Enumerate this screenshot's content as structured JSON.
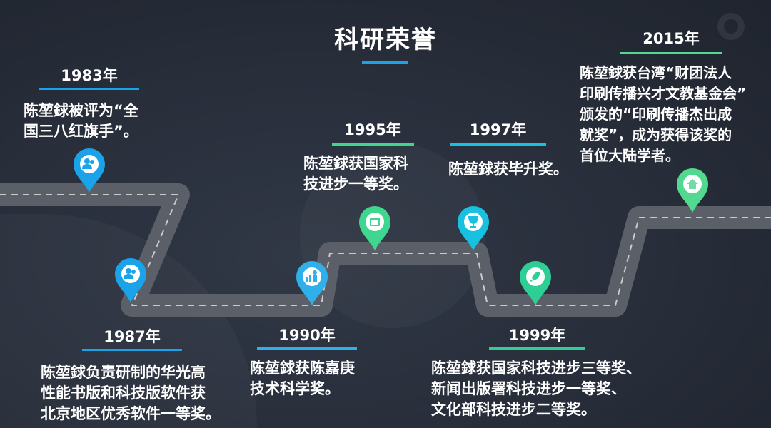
{
  "title": "科研荣誉",
  "colors": {
    "blue": "#1aa3e8",
    "cyan": "#19c1e0",
    "green": "#3fd68f",
    "road": "#5b5f68",
    "background": "#272d39"
  },
  "events": [
    {
      "year": "1983年",
      "desc": "陈堃銶被评为“全\n国三八红旗手”。",
      "icon": "users-icon",
      "color": "#1aa3e8"
    },
    {
      "year": "1987年",
      "desc": "陈堃銶负责研制的华光高\n性能书版和科技版软件获\n北京地区优秀软件一等奖。",
      "icon": "users-icon",
      "color": "#1aa3e8"
    },
    {
      "year": "1990年",
      "desc": "陈堃銶获陈嘉庚\n技术科学奖。",
      "icon": "chart-people-icon",
      "color": "#2fb0ea"
    },
    {
      "year": "1995年",
      "desc": "陈堃銶获国家科\n技进步一等奖。",
      "icon": "calendar-icon",
      "color": "#3fd68f"
    },
    {
      "year": "1997年",
      "desc": "陈堃銶获毕升奖。",
      "icon": "trophy-icon",
      "color": "#19c1e0"
    },
    {
      "year": "1999年",
      "desc": "陈堃銶获国家科技进步三等奖、\n新闻出版署科技进步一等奖、\n文化部科技进步二等奖。",
      "icon": "rocket-icon",
      "color": "#2dcf95"
    },
    {
      "year": "2015年",
      "desc": "陈堃銶获台湾“财团法人\n印刷传播兴才文教基金会”\n颁发的“印刷传播杰出成\n就奖”，成为获得该奖的\n首位大陆学者。",
      "icon": "home-icon",
      "color": "#52d98f"
    }
  ]
}
